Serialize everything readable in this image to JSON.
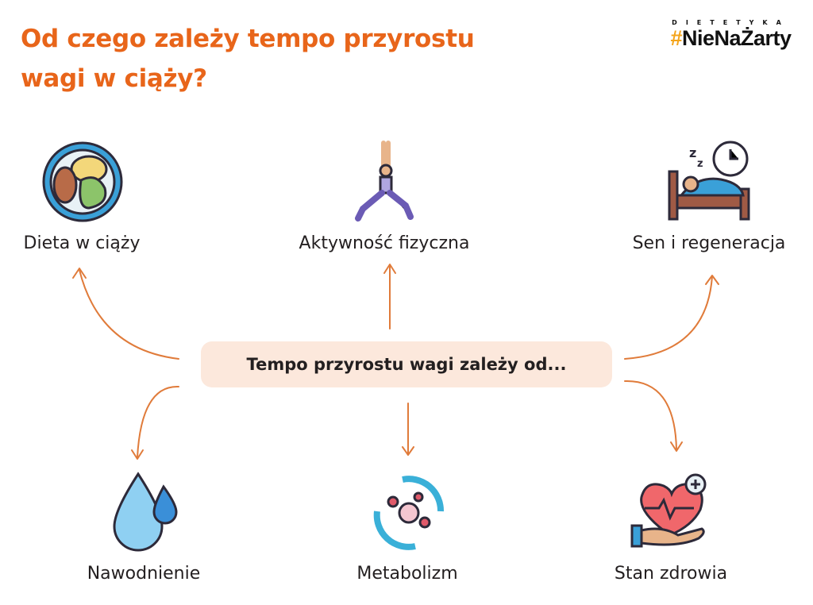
{
  "title": {
    "line1": "Od czego zależy tempo przyrostu",
    "line2": "wagi w ciąży?"
  },
  "logo": {
    "top": "DIETETYKA",
    "hash": "#",
    "name": "NieNaŻarty"
  },
  "center": "Tempo przyrostu wagi zależy od...",
  "factors": [
    {
      "label": "Dieta w ciąży",
      "icon": "salad-plate-icon"
    },
    {
      "label": "Aktywność fizyczna",
      "icon": "yoga-woman-icon"
    },
    {
      "label": "Sen i regeneracja",
      "icon": "sleep-bed-clock-icon"
    },
    {
      "label": "Nawodnienie",
      "icon": "water-drops-icon"
    },
    {
      "label": "Metabolizm",
      "icon": "metabolism-cycle-icon"
    },
    {
      "label": "Stan zdrowia",
      "icon": "heart-health-icon"
    }
  ],
  "colors": {
    "accent": "#e8651a",
    "arrow": "#e07b3a",
    "box": "#fce8dc"
  }
}
